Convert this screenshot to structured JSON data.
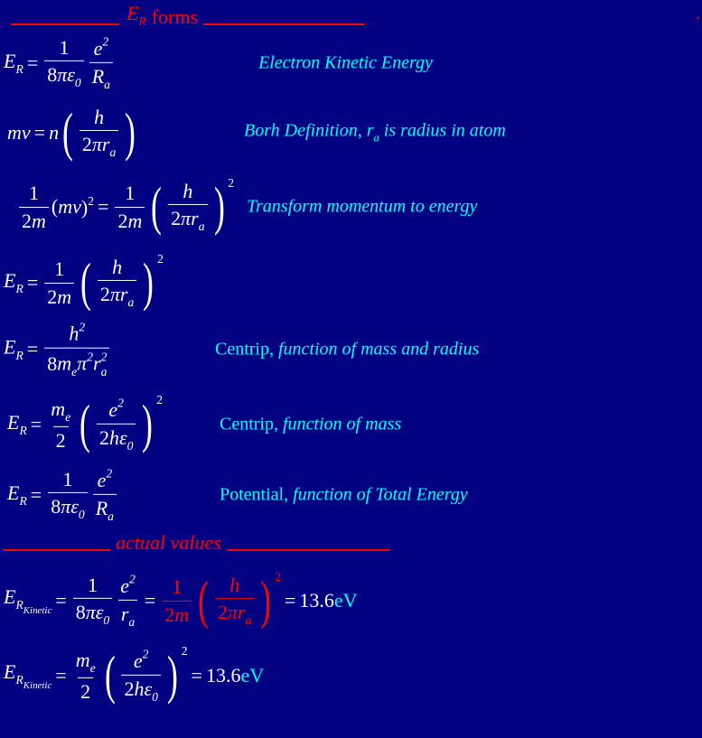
{
  "colors": {
    "background": "#000080",
    "heading": "#ff0000",
    "label": "#00ffff",
    "math": "#ffffff"
  },
  "header1": {
    "var": "E",
    "sub": "R",
    "text": "forms"
  },
  "corner_mark": ".",
  "header2": {
    "text": "actual values"
  },
  "equations": [
    {
      "label": [
        {
          "it": "Electron Kinetic  Energy"
        }
      ],
      "math": [
        {
          "i": "E",
          "sub": "R"
        },
        {
          "op": "="
        },
        {
          "frac": [
            [
              {
                "r": "1"
              }
            ],
            [
              {
                "r": "8"
              },
              {
                "i": "πε",
                "sub": "0"
              }
            ]
          ]
        },
        {
          "frac": [
            [
              {
                "i": "e",
                "sup": "2"
              }
            ],
            [
              {
                "i": "R",
                "sub": "a"
              }
            ]
          ]
        }
      ]
    },
    {
      "label": [
        {
          "it": "Borh Definition,  "
        },
        {
          "it": "r",
          "sub": "a"
        },
        {
          "it": " is radius in atom"
        }
      ],
      "math": [
        {
          "i": "mv"
        },
        {
          "op": "="
        },
        {
          "i": "n"
        },
        {
          "paren": [
            {
              "frac": [
                [
                  {
                    "i": "h"
                  }
                ],
                [
                  {
                    "r": "2"
                  },
                  {
                    "i": "πr",
                    "sub": "a"
                  }
                ]
              ]
            }
          ]
        }
      ]
    },
    {
      "label": [
        {
          "it": "Transform momentum to energy"
        }
      ],
      "math": [
        {
          "frac": [
            [
              {
                "r": "1"
              }
            ],
            [
              {
                "r": "2"
              },
              {
                "i": "m"
              }
            ]
          ]
        },
        {
          "r": "("
        },
        {
          "i": "mv"
        },
        {
          "r": ")",
          "sup": "2"
        },
        {
          "op": "="
        },
        {
          "frac": [
            [
              {
                "r": "1"
              }
            ],
            [
              {
                "r": "2"
              },
              {
                "i": "m"
              }
            ]
          ]
        },
        {
          "paren": [
            {
              "frac": [
                [
                  {
                    "i": "h"
                  }
                ],
                [
                  {
                    "r": "2"
                  },
                  {
                    "i": "πr",
                    "sub": "a"
                  }
                ]
              ]
            }
          ],
          "sup": "2"
        }
      ]
    },
    {
      "label": [],
      "math": [
        {
          "i": "E",
          "sub": "R"
        },
        {
          "op": "="
        },
        {
          "frac": [
            [
              {
                "r": "1"
              }
            ],
            [
              {
                "r": "2"
              },
              {
                "i": "m"
              }
            ]
          ]
        },
        {
          "paren": [
            {
              "frac": [
                [
                  {
                    "i": "h"
                  }
                ],
                [
                  {
                    "r": "2"
                  },
                  {
                    "i": "πr",
                    "sub": "a"
                  }
                ]
              ]
            }
          ],
          "sup": "2"
        }
      ]
    },
    {
      "label": [
        {
          "r": "Centrip,   "
        },
        {
          "it": "function of  mass and  radius"
        }
      ],
      "math": [
        {
          "i": "E",
          "sub": "R"
        },
        {
          "op": "="
        },
        {
          "frac": [
            [
              {
                "i": "h",
                "sup": "2"
              }
            ],
            [
              {
                "r": "8"
              },
              {
                "i": "m",
                "sub": "e"
              },
              {
                "i": "π",
                "sup": "2"
              },
              {
                "i": "r",
                "sub": "a",
                "sup": "2"
              }
            ]
          ]
        }
      ]
    },
    {
      "label": [
        {
          "r": "Centrip, "
        },
        {
          "it": "function of  mass"
        }
      ],
      "math": [
        {
          "i": "E",
          "sub": "R"
        },
        {
          "op": "="
        },
        {
          "frac": [
            [
              {
                "i": "m",
                "sub": "e"
              }
            ],
            [
              {
                "r": "2"
              }
            ]
          ]
        },
        {
          "paren": [
            {
              "frac": [
                [
                  {
                    "i": "e",
                    "sup": "2"
                  }
                ],
                [
                  {
                    "r": "2"
                  },
                  {
                    "i": "hε",
                    "sub": "0"
                  }
                ]
              ]
            }
          ],
          "sup": "2"
        }
      ]
    },
    {
      "label": [
        {
          "r": "Potential, "
        },
        {
          "it": "function of Total Energy"
        }
      ],
      "math": [
        {
          "i": "E",
          "sub": "R"
        },
        {
          "op": "="
        },
        {
          "frac": [
            [
              {
                "r": "1"
              }
            ],
            [
              {
                "r": "8"
              },
              {
                "i": "πε",
                "sub": "0"
              }
            ]
          ]
        },
        {
          "frac": [
            [
              {
                "i": "e",
                "sup": "2"
              }
            ],
            [
              {
                "i": "R",
                "sub": "a"
              }
            ]
          ]
        }
      ]
    },
    {
      "label": [],
      "math": [
        {
          "i": "E",
          "sub": "R",
          "subsub": "Kinetic"
        },
        {
          "op": "="
        },
        {
          "frac": [
            [
              {
                "r": "1"
              }
            ],
            [
              {
                "r": "8"
              },
              {
                "i": "πε",
                "sub": "0"
              }
            ]
          ]
        },
        {
          "frac": [
            [
              {
                "i": "e",
                "sup": "2"
              }
            ],
            [
              {
                "i": "r",
                "sub": "a"
              }
            ]
          ]
        },
        {
          "op": " ="
        },
        {
          "red": [
            {
              "frac": [
                [
                  {
                    "r": "1"
                  }
                ],
                [
                  {
                    "r": "2"
                  },
                  {
                    "i": "m"
                  }
                ]
              ]
            },
            {
              "paren": [
                {
                  "frac": [
                    [
                      {
                        "i": "h"
                      }
                    ],
                    [
                      {
                        "r": "2"
                      },
                      {
                        "i": "πr",
                        "sub": "a"
                      }
                    ]
                  ]
                }
              ],
              "sup": "2"
            }
          ]
        },
        {
          "op": "="
        },
        {
          "r": "13.6 "
        },
        {
          "cyan": "eV"
        }
      ]
    },
    {
      "label": [],
      "math": [
        {
          "i": "E",
          "sub": "R",
          "subsub": "Kinetic"
        },
        {
          "op": "="
        },
        {
          "frac": [
            [
              {
                "i": "m",
                "sub": "e"
              }
            ],
            [
              {
                "r": "2"
              }
            ]
          ]
        },
        {
          "paren": [
            {
              "frac": [
                [
                  {
                    "i": "e",
                    "sup": "2"
                  }
                ],
                [
                  {
                    "r": "2"
                  },
                  {
                    "i": "hε",
                    "sub": "0"
                  }
                ]
              ]
            }
          ],
          "sup": "2"
        },
        {
          "op": "  ="
        },
        {
          "r": "13.6 "
        },
        {
          "cyan": "eV"
        }
      ]
    }
  ]
}
